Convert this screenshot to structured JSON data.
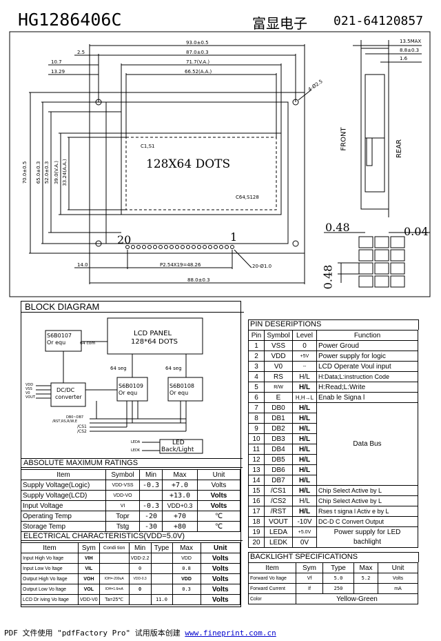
{
  "header": {
    "model": "HG1286406C",
    "company": "富显电子",
    "phone": "021-64120857"
  },
  "front_drawing": {
    "dims_top": [
      "93.0±0.5",
      "87.0±0.3",
      "71.7(V.A.)",
      "66.52(A.A.)"
    ],
    "dims_left_top": [
      "2.5",
      "10.7",
      "13.29"
    ],
    "hole_label": "4-Ø2.5",
    "dims_vertical": [
      "70.0±0.5",
      "65.0±0.3",
      "52.0±0.3",
      "39.0(V.A.)",
      "33.24(A.A.)"
    ],
    "corner_tl": "C1,S1",
    "corner_br": "C64,S128",
    "dots_label": "128X64  DOTS",
    "pin_20": "20",
    "pin_1": "1",
    "bottom_left": "14.0",
    "pitch": "P2.54X19=48.26",
    "pin_hole": "20-Ø1.0",
    "bottom_width": "88.0±0.3"
  },
  "side_drawing": {
    "dims": [
      "13.5MAX",
      "8.8±0.3",
      "1.6"
    ],
    "front": "FRONT",
    "rear": "REAR"
  },
  "pixel_detail": {
    "w": "0.48",
    "gap": "0.04",
    "h": "0.48"
  },
  "block_diagram": {
    "title": "BLOCK DIAGRAM",
    "lcd_panel": "LCD PANEL",
    "lcd_dots": "128*64 DOTS",
    "com_ctrl_1": "S6B0107",
    "com_ctrl_2": "Or equ",
    "com_label": "64 com",
    "seg_left": "64 seg",
    "seg_right": "64 seg",
    "drv1_1": "S6B0109",
    "drv1_2": "Or equ",
    "drv2_1": "S6B0108",
    "drv2_2": "Or equ",
    "dcdc_1": "DC/DC",
    "dcdc_2": "converter",
    "power_pins": [
      "VDD",
      "VSS",
      "V0",
      "VOUT"
    ],
    "bus_pins": [
      "DB0~DB7",
      "/RST,RS,R/W,E",
      "/CS1",
      "/CS2"
    ],
    "led_pins": [
      "LEDA",
      "LEDK"
    ],
    "led_1": "LED",
    "led_2": "Back/Light"
  },
  "pin_desc": {
    "title": "PIN DESERIPTIONS",
    "headers": [
      "Pin",
      "Symbol",
      "Level",
      "Function"
    ],
    "rows": [
      [
        "1",
        "VSS",
        "0",
        "Power Groud"
      ],
      [
        "2",
        "VDD",
        "+5V",
        "Power supply for logic"
      ],
      [
        "3",
        "V0",
        "--",
        "LCD Operate Voul input"
      ],
      [
        "4",
        "RS",
        "H/L",
        "H:Data;L:instruction Code"
      ],
      [
        "5",
        "R/W",
        "H/L",
        "H:Read;L:Write"
      ],
      [
        "6",
        "E",
        "H,H→L",
        "Enab le Signa l"
      ],
      [
        "7",
        "DB0",
        "H/L",
        ""
      ],
      [
        "8",
        "DB1",
        "H/L",
        ""
      ],
      [
        "9",
        "DB2",
        "H/L",
        ""
      ],
      [
        "10",
        "DB3",
        "H/L",
        "Data Bus"
      ],
      [
        "11",
        "DB4",
        "H/L",
        ""
      ],
      [
        "12",
        "DB5",
        "H/L",
        ""
      ],
      [
        "13",
        "DB6",
        "H/L",
        ""
      ],
      [
        "14",
        "DB7",
        "H/L",
        ""
      ],
      [
        "15",
        "/CS1",
        "H/L",
        "Chip Select Active by L"
      ],
      [
        "16",
        "/CS2",
        "H/L",
        "Chip Select Active by L"
      ],
      [
        "17",
        "/RST",
        "H/L",
        "Rses t signa l Activ e by L"
      ],
      [
        "18",
        "VOUT",
        "-10V",
        "DC-D C Convert Output"
      ],
      [
        "19",
        "LEDA",
        "+5.0V",
        "Power supply for LED"
      ],
      [
        "20",
        "LEDK",
        "0V",
        "bachlight"
      ]
    ]
  },
  "abs_max": {
    "title": "ABSOLUTE MAXIMUM RATINGS",
    "headers": [
      "Item",
      "Symbol",
      "Min",
      "Max",
      "Unit"
    ],
    "rows": [
      [
        "Supply Voltage(Logic)",
        "VDD-VSS",
        "-0.3",
        "+7.0",
        "Volts"
      ],
      [
        "Supply Voltage(LCD)",
        "VDD-VO",
        "",
        "+13.0",
        "Volts"
      ],
      [
        "Input Voltage",
        "VI",
        "-0.3",
        "VDD+0.3",
        "Volts"
      ],
      [
        "Operating Temp",
        "Topr",
        "-20",
        "+70",
        "℃"
      ],
      [
        "Storage Temp",
        "Tstg",
        "-30",
        "+80",
        "℃"
      ]
    ]
  },
  "elec": {
    "title": "ELECTRICAL CHARACTERISTICS(VDD=5.0V)",
    "headers": [
      "Item",
      "Sym",
      "Condi tion",
      "Min",
      "Type",
      "Max",
      "Unit"
    ],
    "rows": [
      [
        "Input High Vo ltage",
        "VIH",
        "",
        "VDD-2.2",
        "",
        "VDD",
        "Volts"
      ],
      [
        "Input Low Vo ltage",
        "VIL",
        "",
        "0",
        "",
        "0.8",
        "Volts"
      ],
      [
        "Output High Vo ltage",
        "VOH",
        "IOH=-200uA",
        "VDD-0.3",
        "",
        "VDD",
        "Volts"
      ],
      [
        "Output Low Vo ltage",
        "VOL",
        "IOH=1.6mA",
        "0",
        "",
        "0.3",
        "Volts"
      ],
      [
        "LCD Dr iving Vo ltage",
        "VDD-V0",
        "Ta=25℃",
        "",
        "11.0",
        "",
        "Volts"
      ]
    ]
  },
  "backlight": {
    "title": "BACKLIGHT SPECIFICATIONS",
    "headers": [
      "Item",
      "Sym",
      "Type",
      "Max",
      "Unit"
    ],
    "rows": [
      [
        "Forward Vo ltage",
        "Vf",
        "5.0",
        "5.2",
        "Volts"
      ],
      [
        "Forward Current",
        "If",
        "250",
        "",
        "mA"
      ]
    ],
    "color_label": "Color",
    "color_value": "Yellow-Green"
  },
  "footer": {
    "text": "PDF 文件使用 \"pdfFactory Pro\" 试用版本创建 ",
    "link": "www.fineprint.com.cn"
  }
}
